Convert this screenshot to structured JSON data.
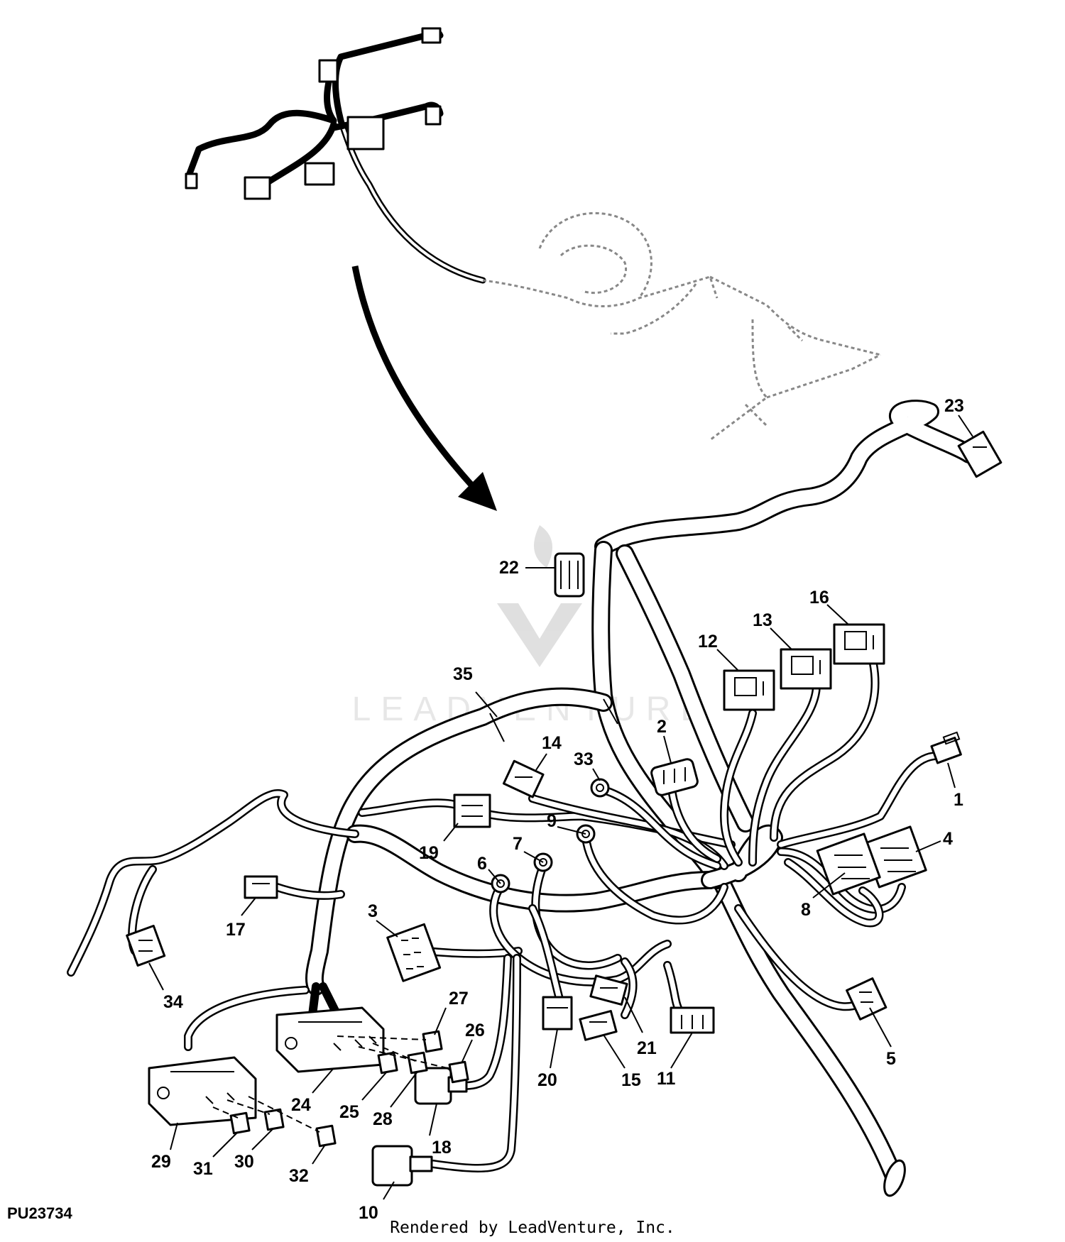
{
  "figure_id": "PU23734",
  "footer_credit": "Rendered by LeadVenture, Inc.",
  "watermark_text": "LEADVENTURE",
  "callouts": [
    {
      "id": "1",
      "label": "1"
    },
    {
      "id": "2",
      "label": "2"
    },
    {
      "id": "3",
      "label": "3"
    },
    {
      "id": "4",
      "label": "4"
    },
    {
      "id": "5",
      "label": "5"
    },
    {
      "id": "6",
      "label": "6"
    },
    {
      "id": "7",
      "label": "7"
    },
    {
      "id": "8",
      "label": "8"
    },
    {
      "id": "9",
      "label": "9"
    },
    {
      "id": "10",
      "label": "10"
    },
    {
      "id": "11",
      "label": "11"
    },
    {
      "id": "12",
      "label": "12"
    },
    {
      "id": "13",
      "label": "13"
    },
    {
      "id": "14",
      "label": "14"
    },
    {
      "id": "15",
      "label": "15"
    },
    {
      "id": "16",
      "label": "16"
    },
    {
      "id": "17",
      "label": "17"
    },
    {
      "id": "18",
      "label": "18"
    },
    {
      "id": "19",
      "label": "19"
    },
    {
      "id": "20",
      "label": "20"
    },
    {
      "id": "21",
      "label": "21"
    },
    {
      "id": "22",
      "label": "22"
    },
    {
      "id": "23",
      "label": "23"
    },
    {
      "id": "24",
      "label": "24"
    },
    {
      "id": "25",
      "label": "25"
    },
    {
      "id": "26",
      "label": "26"
    },
    {
      "id": "27",
      "label": "27"
    },
    {
      "id": "28",
      "label": "28"
    },
    {
      "id": "29",
      "label": "29"
    },
    {
      "id": "30",
      "label": "30"
    },
    {
      "id": "31",
      "label": "31"
    },
    {
      "id": "32",
      "label": "32"
    },
    {
      "id": "33",
      "label": "33"
    },
    {
      "id": "34",
      "label": "34"
    },
    {
      "id": "35",
      "label": "35"
    }
  ]
}
